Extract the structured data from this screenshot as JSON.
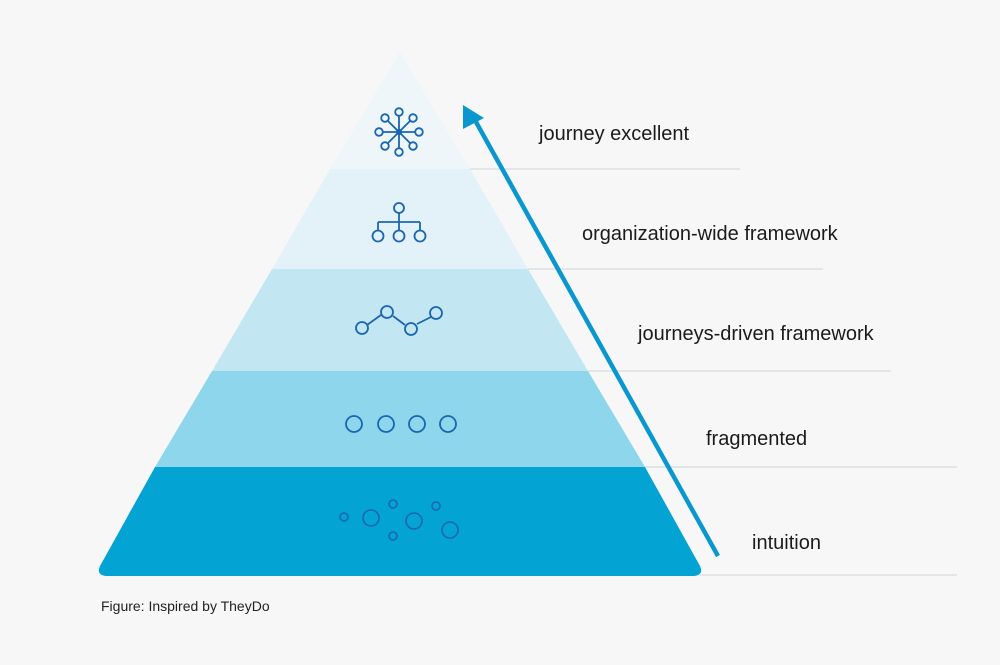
{
  "levels": [
    {
      "label": "journey excellent",
      "icon": "network-hub-icon",
      "color": "#eef6fa"
    },
    {
      "label": "organization-wide framework",
      "icon": "hierarchy-icon",
      "color": "#e2f2f8"
    },
    {
      "label": "journeys-driven framework",
      "icon": "connected-path-icon",
      "color": "#c3e6f3"
    },
    {
      "label": "fragmented",
      "icon": "separate-circles-icon",
      "color": "#8ed6ec"
    },
    {
      "label": "intuition",
      "icon": "scattered-bubbles-icon",
      "color": "#03a3d4"
    }
  ],
  "colors": {
    "icon_stroke": "#1a66b0",
    "arrow": "#0a97cf",
    "divider": "#cfd4d8",
    "text": "#1b1b1b"
  },
  "caption": "Figure: Inspired by TheyDo"
}
